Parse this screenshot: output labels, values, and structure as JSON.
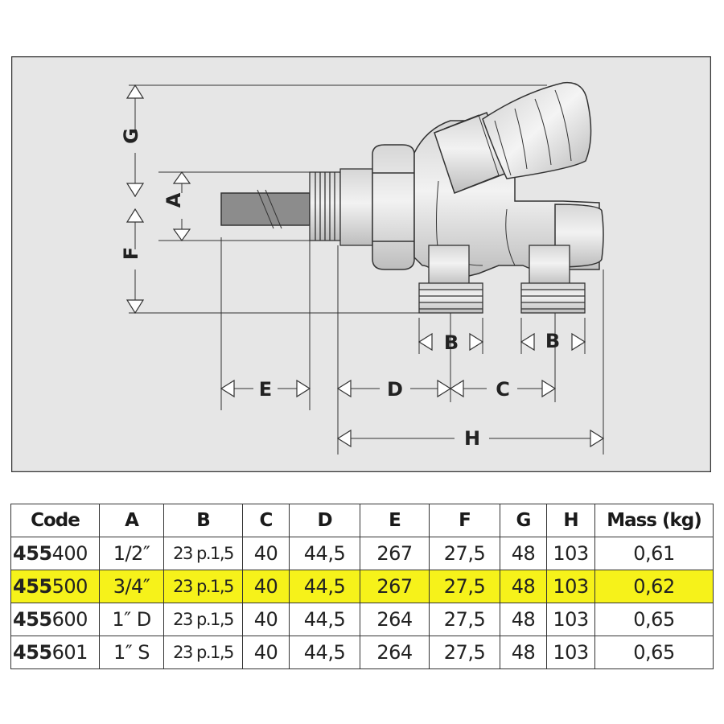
{
  "dimension_labels": {
    "A": "A",
    "B_left": "B",
    "B_right": "B",
    "C": "C",
    "D": "D",
    "E": "E",
    "F": "F",
    "G": "G",
    "H": "H"
  },
  "table": {
    "headers": [
      "Code",
      "A",
      "B",
      "C",
      "D",
      "E",
      "F",
      "G",
      "H",
      "Mass (kg)"
    ],
    "rows": [
      {
        "code_prefix": "455",
        "code_suffix": "400",
        "A": "1/2″",
        "B": "23 p.1,5",
        "C": "40",
        "D": "44,5",
        "E": "267",
        "F": "27,5",
        "G": "48",
        "H": "103",
        "mass": "0,61",
        "highlighted": false
      },
      {
        "code_prefix": "455",
        "code_suffix": "500",
        "A": "3/4″",
        "B": "23 p.1,5",
        "C": "40",
        "D": "44,5",
        "E": "267",
        "F": "27,5",
        "G": "48",
        "H": "103",
        "mass": "0,62",
        "highlighted": true
      },
      {
        "code_prefix": "455",
        "code_suffix": "600",
        "A": "1″ D",
        "B": "23 p.1,5",
        "C": "40",
        "D": "44,5",
        "E": "264",
        "F": "27,5",
        "G": "48",
        "H": "103",
        "mass": "0,65",
        "highlighted": false
      },
      {
        "code_prefix": "455",
        "code_suffix": "601",
        "A": "1″ S",
        "B": "23 p.1,5",
        "C": "40",
        "D": "44,5",
        "E": "264",
        "F": "27,5",
        "G": "48",
        "H": "103",
        "mass": "0,65",
        "highlighted": false
      }
    ]
  },
  "colors": {
    "highlight": "#f6f21a",
    "panel_background": "#e6e6e6",
    "line": "#333333"
  }
}
